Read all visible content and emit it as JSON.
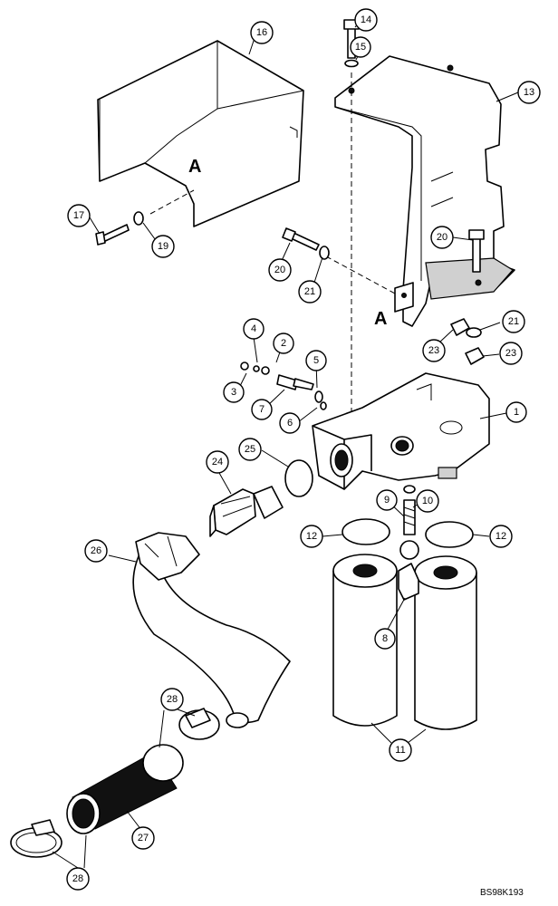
{
  "drawing_code": "BS98K193",
  "reference_letter": "A",
  "callouts": [
    {
      "label": "1"
    },
    {
      "label": "2"
    },
    {
      "label": "3"
    },
    {
      "label": "4"
    },
    {
      "label": "5"
    },
    {
      "label": "6"
    },
    {
      "label": "7"
    },
    {
      "label": "8"
    },
    {
      "label": "9"
    },
    {
      "label": "10"
    },
    {
      "label": "11"
    },
    {
      "label": "12"
    },
    {
      "label": "12"
    },
    {
      "label": "13"
    },
    {
      "label": "14"
    },
    {
      "label": "15"
    },
    {
      "label": "16"
    },
    {
      "label": "17"
    },
    {
      "label": "19"
    },
    {
      "label": "20"
    },
    {
      "label": "20"
    },
    {
      "label": "21"
    },
    {
      "label": "21"
    },
    {
      "label": "23"
    },
    {
      "label": "23"
    },
    {
      "label": "24"
    },
    {
      "label": "25"
    },
    {
      "label": "26"
    },
    {
      "label": "27"
    },
    {
      "label": "28"
    },
    {
      "label": "28"
    }
  ]
}
